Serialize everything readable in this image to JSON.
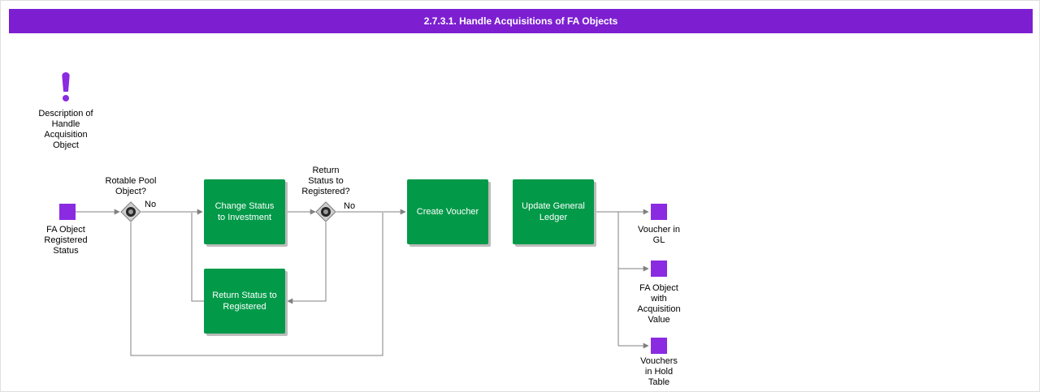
{
  "colors": {
    "header_bg": "#7d1fd1",
    "node_purple": "#8a2be2",
    "process_green": "#029a49",
    "connector_gray": "#808080"
  },
  "header": {
    "title": "2.7.3.1. Handle Acquisitions of FA Objects"
  },
  "annotation": {
    "icon": "exclamation-icon",
    "label": "Description of\nHandle\nAcquisition\nObject"
  },
  "nodes": {
    "start": {
      "label": "FA Object\nRegistered\nStatus"
    },
    "decision_rotable": {
      "question": "Rotable Pool\nObject?",
      "no_label": "No"
    },
    "process_change_status": {
      "label": "Change Status\nto Investment"
    },
    "decision_return_status": {
      "question": "Return\nStatus to\nRegistered?",
      "no_label": "No"
    },
    "process_create_voucher": {
      "label": "Create Voucher"
    },
    "process_update_gl": {
      "label": "Update General\nLedger"
    },
    "process_return_status": {
      "label": "Return Status to\nRegistered"
    },
    "end_voucher_gl": {
      "label": "Voucher in\nGL"
    },
    "end_fa_object": {
      "label": "FA Object\nwith\nAcquisition\nValue"
    },
    "end_vouchers_hold": {
      "label": "Vouchers\nin Hold\nTable"
    }
  }
}
